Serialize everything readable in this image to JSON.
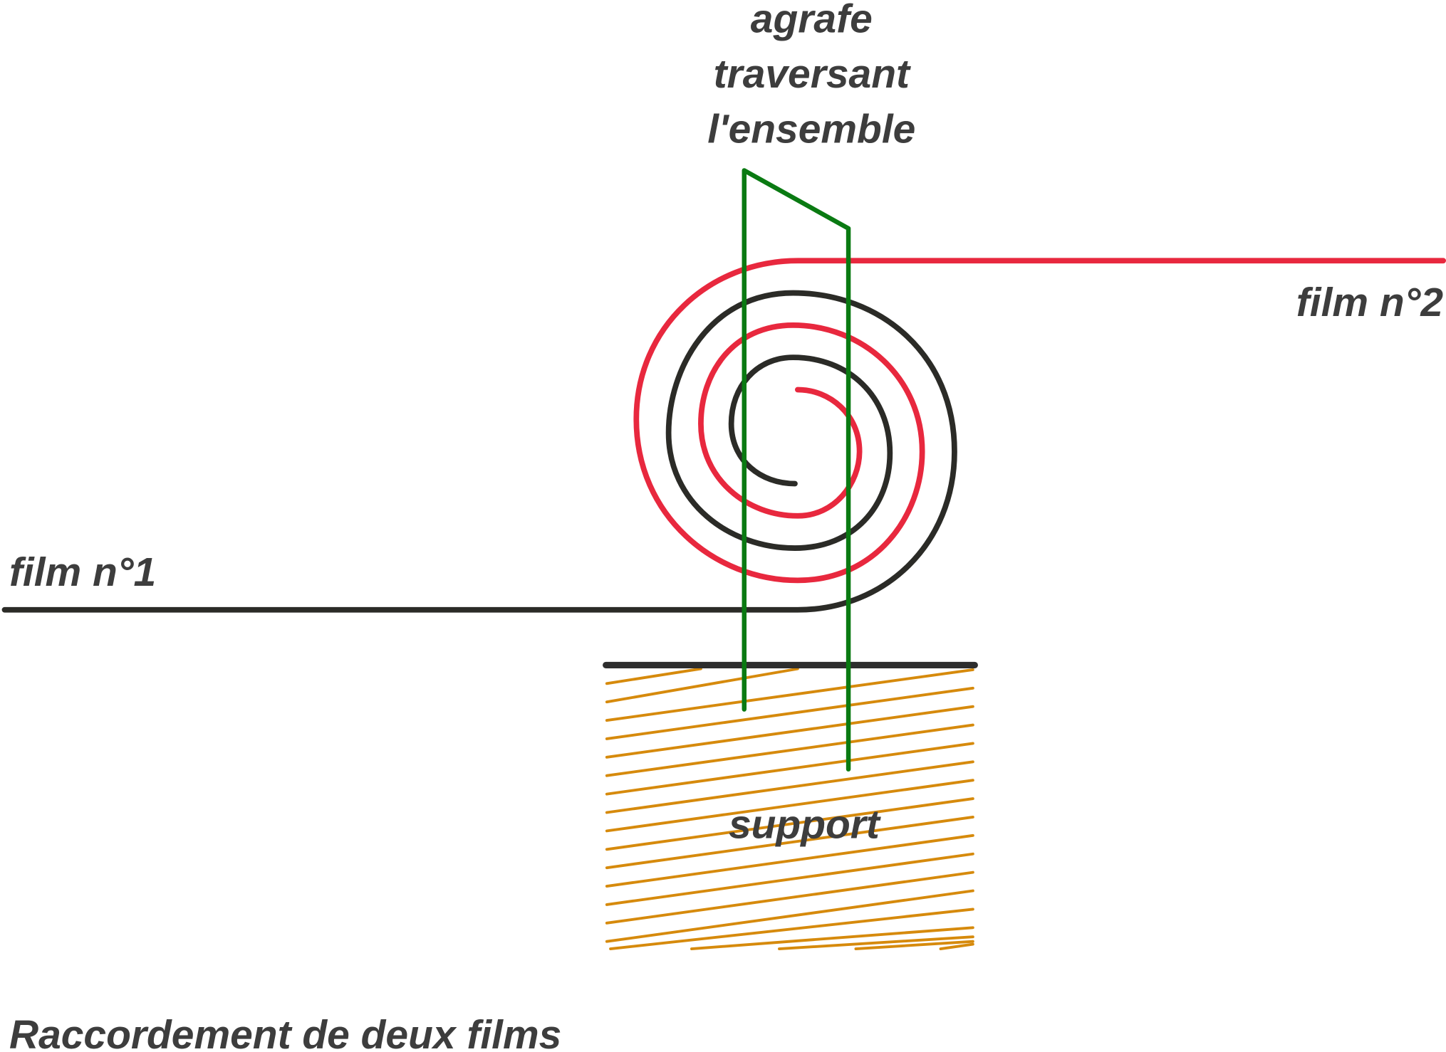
{
  "diagram": {
    "title": "Raccordement de deux films",
    "labels": {
      "staple_line1": "agrafe",
      "staple_line2": "traversant",
      "staple_line3": "l'ensemble",
      "film1": "film n°1",
      "film2": "film n°2",
      "support": "support"
    },
    "colors": {
      "text": "#3d3d3d",
      "film1": "#2b2b27",
      "film2": "#e8283e",
      "staple": "#0a7a12",
      "support_line": "#2e2e2e",
      "hatch": "#d68a0c",
      "background": "#ffffff"
    },
    "elements": [
      {
        "id": "film1",
        "description": "black film, horizontal then coiled spiral",
        "color_key": "film1"
      },
      {
        "id": "film2",
        "description": "red film, horizontal then coiled spiral, interleaved with film 1",
        "color_key": "film2"
      },
      {
        "id": "staple",
        "description": "green staple crossing the whole roll into the support",
        "color_key": "staple"
      },
      {
        "id": "support",
        "description": "hatched support block",
        "color_key": "hatch"
      }
    ]
  }
}
